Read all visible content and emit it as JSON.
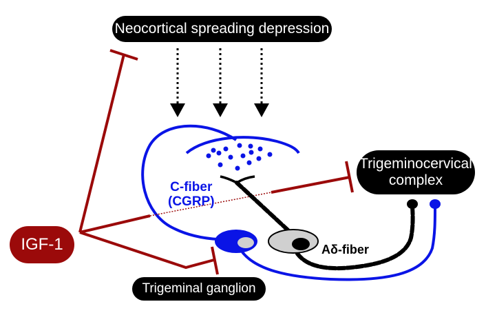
{
  "diagram": {
    "boxes": {
      "neocortical": "Neocortical spreading depression",
      "trigeminocervical_line1": "Trigeminocervical",
      "trigeminocervical_line2": "complex",
      "igf1": "IGF-1",
      "trigeminal_ganglion": "Trigeminal ganglion"
    },
    "fiber_labels": {
      "c_fiber_line1": "C-fiber",
      "c_fiber_line2": "(CGRP)",
      "a_delta_fiber": "Aδ-fiber"
    },
    "colors": {
      "c_fiber": "#0a14e6",
      "a_delta_fiber": "#000000",
      "inhibition": "#9b0a0a",
      "igf1_box": "#9b0a0a",
      "label_box": "#000000",
      "soma_nucleus_fill": "#d0d0d0"
    },
    "relations": [
      {
        "from": "Neocortical spreading depression",
        "to": "C-fiber terminals",
        "type": "dotted-arrow",
        "count": 3
      },
      {
        "from": "IGF-1",
        "to": "Neocortical spreading depression",
        "type": "inhibition"
      },
      {
        "from": "IGF-1",
        "to": "Trigeminocervical complex",
        "type": "inhibition"
      },
      {
        "from": "IGF-1",
        "to": "Trigeminal ganglion",
        "type": "inhibition"
      }
    ]
  }
}
